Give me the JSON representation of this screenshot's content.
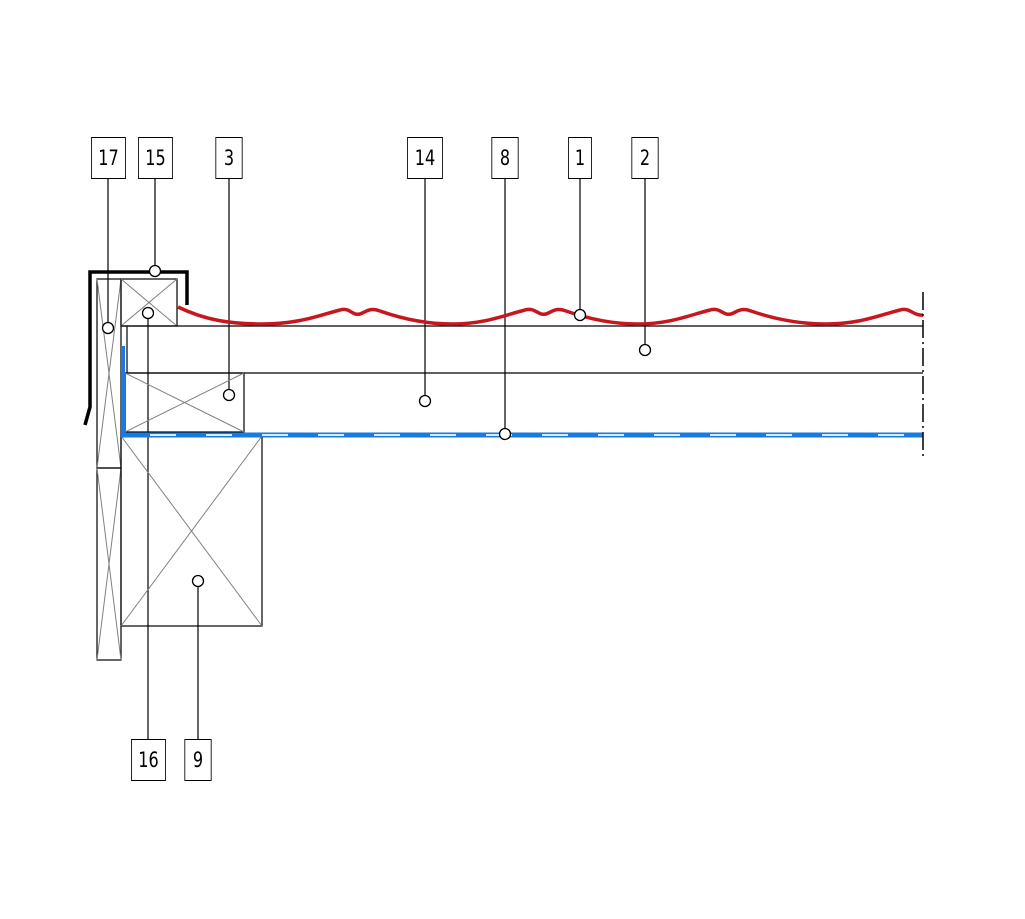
{
  "labels": {
    "l17": "17",
    "l15": "15",
    "l3": "3",
    "l14": "14",
    "l8": "8",
    "l1": "1",
    "l2": "2",
    "l16": "16",
    "l9": "9"
  },
  "colors": {
    "roofing": "#c8161d",
    "membrane": "#1a7ae0",
    "line": "#000000",
    "cross": "#808080"
  }
}
